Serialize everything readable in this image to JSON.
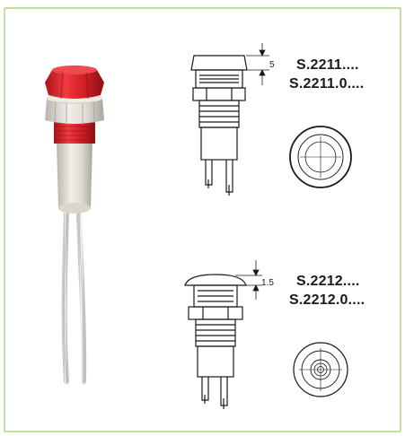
{
  "sheet": {
    "border_color": "#9ccc6a",
    "accent_red": "#e0242c",
    "line_color": "#1a1a1a"
  },
  "product_photo": {
    "icon": "indicator-lamp-photo",
    "cap_color": "#d8232a",
    "body_color": "#e7e4dc",
    "wire_color": "#eeeeea"
  },
  "variant_1": {
    "code_a": "S.2211....",
    "code_b": "S.2211.0....",
    "cap_dimension": "5"
  },
  "variant_2": {
    "code_a": "S.2212....",
    "code_b": "S.2212.0....",
    "cap_dimension": "1.5"
  }
}
